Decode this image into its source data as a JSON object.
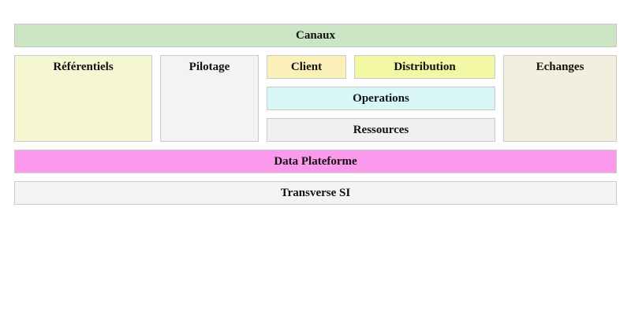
{
  "blocks": {
    "canaux": {
      "label": "Canaux",
      "color": "#c9e5c4"
    },
    "referentiels": {
      "label": "Référentiels",
      "color": "#f5f7d2"
    },
    "pilotage": {
      "label": "Pilotage",
      "color": "#f3f3f3"
    },
    "client": {
      "label": "Client",
      "color": "#fbf0b8"
    },
    "distribution": {
      "label": "Distribution",
      "color": "#f2f7a4"
    },
    "operations": {
      "label": "Operations",
      "color": "#d8f6f6"
    },
    "ressources": {
      "label": "Ressources",
      "color": "#f2efef"
    },
    "echanges": {
      "label": "Echanges",
      "color": "#f3efde"
    },
    "data_plateforme": {
      "label": "Data Plateforme",
      "color": "#fb99ec"
    },
    "transverse_si": {
      "label": "Transverse SI",
      "color": "#f3f3f3"
    }
  }
}
